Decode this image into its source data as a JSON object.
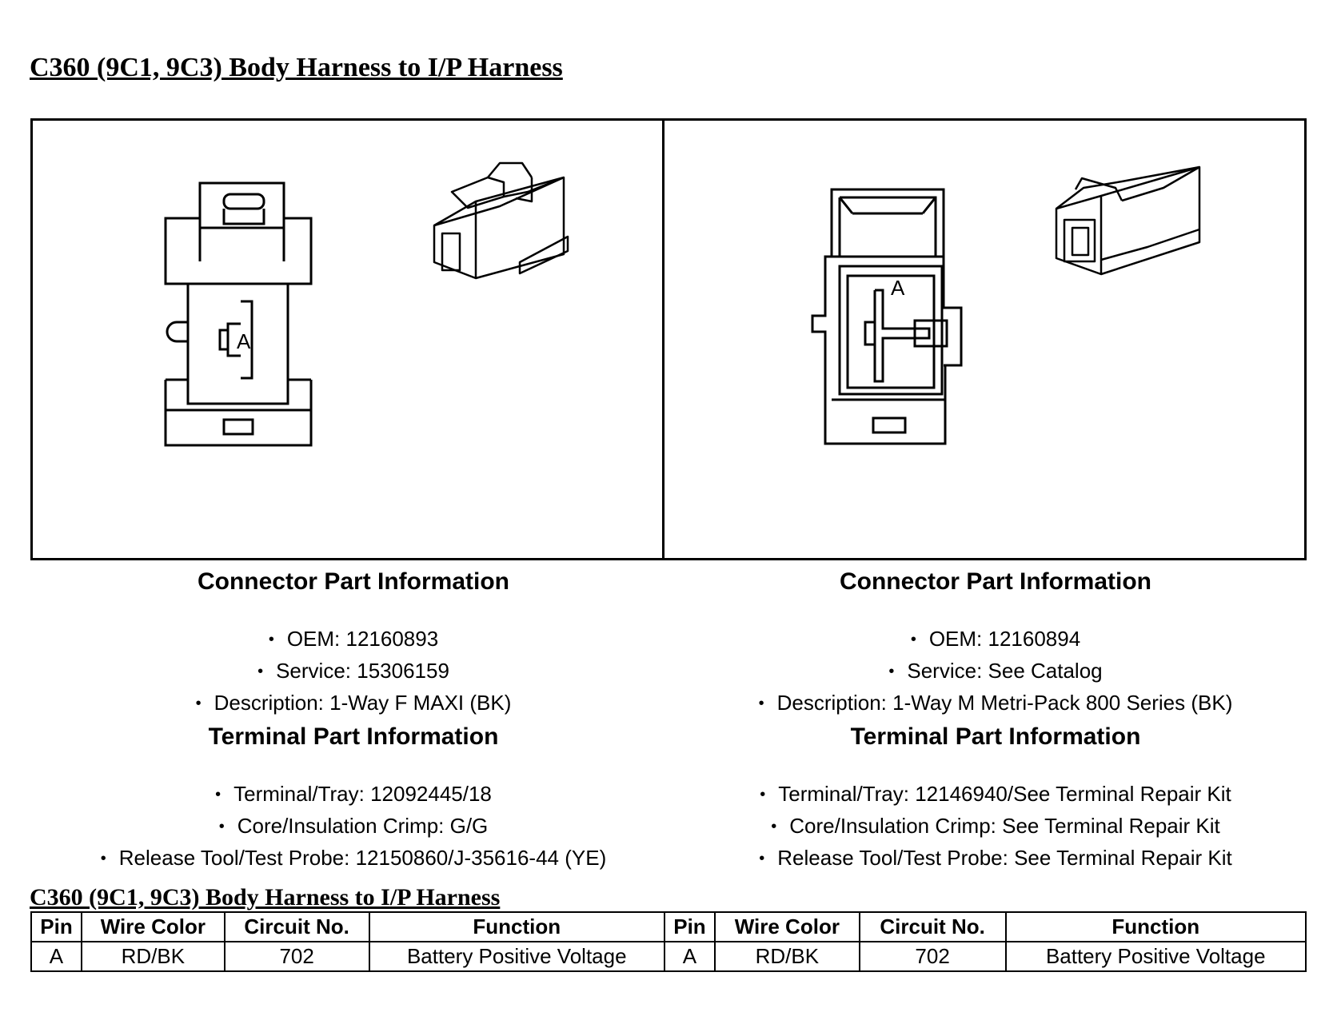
{
  "document": {
    "title": "C360 (9C1, 9C3) Body Harness to I/P Harness",
    "table_title": "C360 (9C1, 9C3) Body Harness to I/P Harness"
  },
  "left": {
    "cavity_label": "A",
    "connector_heading": "Connector Part Information",
    "connector_items": [
      "OEM: 12160893",
      "Service: 15306159",
      "Description: 1-Way F MAXI (BK)"
    ],
    "terminal_heading": "Terminal Part Information",
    "terminal_items": [
      "Terminal/Tray: 12092445/18",
      "Core/Insulation Crimp: G/G",
      "Release Tool/Test Probe: 12150860/J-35616-44 (YE)"
    ]
  },
  "right": {
    "cavity_label": "A",
    "connector_heading": "Connector Part Information",
    "connector_items": [
      "OEM: 12160894",
      "Service: See Catalog",
      "Description: 1-Way M Metri-Pack 800 Series (BK)"
    ],
    "terminal_heading": "Terminal Part Information",
    "terminal_items": [
      "Terminal/Tray: 12146940/See Terminal Repair Kit",
      "Core/Insulation Crimp: See Terminal Repair Kit",
      "Release Tool/Test Probe: See Terminal Repair Kit"
    ]
  },
  "table": {
    "headers": [
      "Pin",
      "Wire Color",
      "Circuit No.",
      "Function",
      "Pin",
      "Wire Color",
      "Circuit No.",
      "Function"
    ],
    "rows": [
      [
        "A",
        "RD/BK",
        "702",
        "Battery Positive Voltage",
        "A",
        "RD/BK",
        "702",
        "Battery Positive Voltage"
      ]
    ]
  }
}
